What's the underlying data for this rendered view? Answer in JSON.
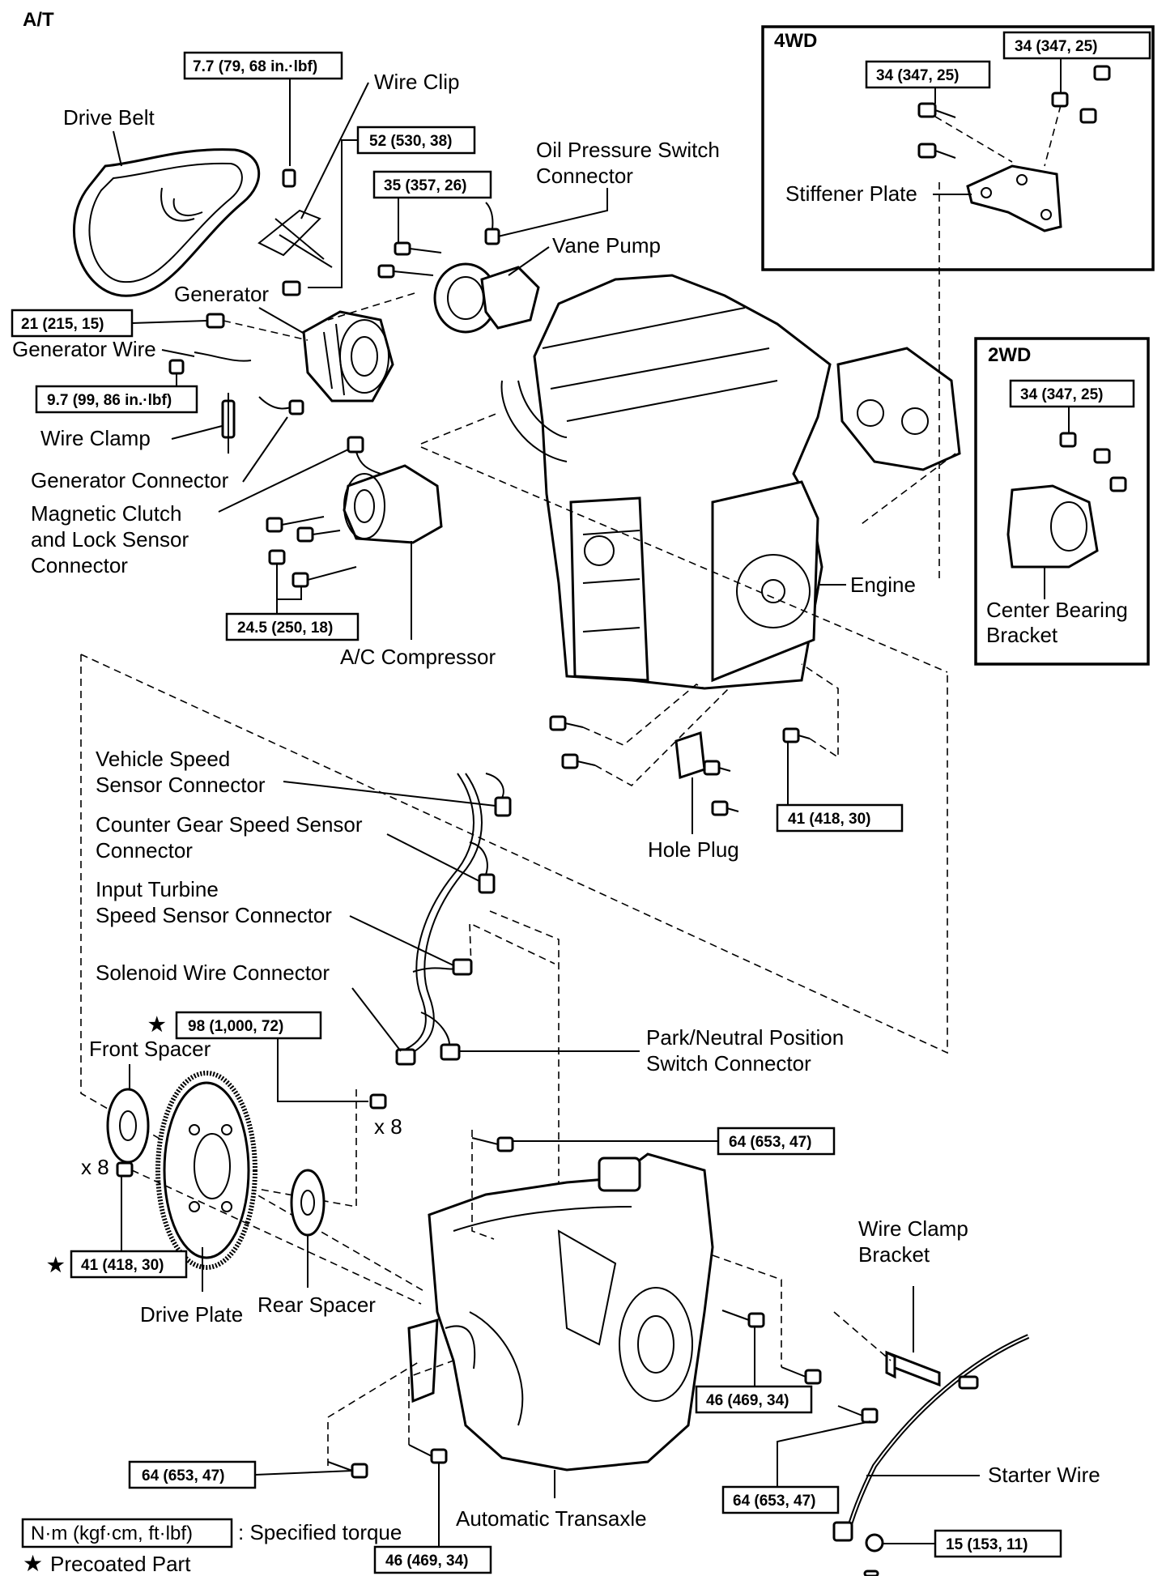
{
  "header": {
    "title": "A/T"
  },
  "panels": {
    "fourwd": {
      "title": "4WD",
      "torque_a": "34 (347, 25)",
      "torque_b": "34 (347, 25)",
      "part_label": "Stiffener Plate"
    },
    "twowd": {
      "title": "2WD",
      "torque": "34 (347, 25)",
      "part_label_1": "Center Bearing",
      "part_label_2": "Bracket"
    }
  },
  "labels": {
    "drive_belt": "Drive Belt",
    "wire_clip": "Wire Clip",
    "oil_pressure_1": "Oil Pressure Switch",
    "oil_pressure_2": "Connector",
    "vane_pump": "Vane Pump",
    "generator": "Generator",
    "generator_wire": "Generator Wire",
    "wire_clamp": "Wire Clamp",
    "generator_connector": "Generator Connector",
    "magnetic_1": "Magnetic  Clutch",
    "magnetic_2": "and  Lock  Sensor",
    "magnetic_3": "Connector",
    "ac_compressor": "A/C Compressor",
    "engine": "Engine",
    "hole_plug": "Hole Plug",
    "vss_1": "Vehicle Speed",
    "vss_2": "Sensor Connector",
    "counter_1": "Counter Gear Speed Sensor",
    "counter_2": "Connector",
    "input_1": "Input Turbine",
    "input_2": "Speed Sensor Connector",
    "solenoid": "Solenoid Wire Connector",
    "park_1": "Park/Neutral Position",
    "park_2": "Switch Connector",
    "front_spacer": "Front Spacer",
    "drive_plate": "Drive Plate",
    "rear_spacer": "Rear Spacer",
    "x8_a": "x 8",
    "x8_b": "x 8",
    "wire_clamp_bracket_1": "Wire Clamp",
    "wire_clamp_bracket_2": "Bracket",
    "starter_wire": "Starter Wire",
    "automatic_transaxle": "Automatic Transaxle"
  },
  "torques": {
    "t_wire_clip": "7.7 (79, 68 in.·lbf)",
    "t_generator_52": "52 (530, 38)",
    "t_vane_pump": "35 (357, 26)",
    "t_generator_21": "21 (215, 15)",
    "t_generator_wire": "9.7 (99, 86 in.·lbf)",
    "t_ac": "24.5 (250, 18)",
    "t_engine_41": "41 (418, 30)",
    "t_drive_plate": "98 (1,000, 72)",
    "t_drive_plate_41": "41 (418, 30)",
    "t_transaxle_64_top": "64 (653, 47)",
    "t_transaxle_46_right": "46 (469, 34)",
    "t_starter_64": "64 (653, 47)",
    "t_starter_15": "15 (153, 11)",
    "t_transaxle_64_left": "64 (653, 47)",
    "t_transaxle_46_bottom": "46 (469, 34)"
  },
  "legend": {
    "unit_box": "N·m (kgf·cm, ft·lbf)",
    "unit_text": ": Specified torque",
    "star": "★",
    "precoated": "Precoated Part"
  }
}
